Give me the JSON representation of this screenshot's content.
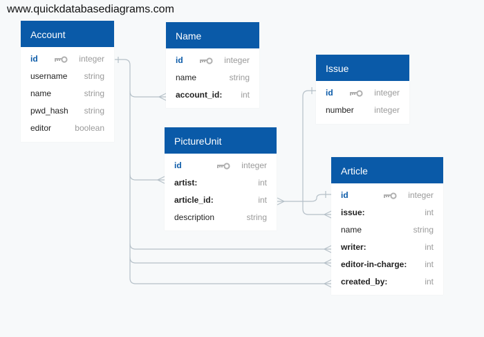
{
  "site_url": "www.quickdatabasediagrams.com",
  "colors": {
    "header": "#0a5aa8",
    "line": "#b5c0c8",
    "type": "#9a9a9a"
  },
  "tables": {
    "account": {
      "name": "Account",
      "fields": [
        {
          "name": "id",
          "type": "integer",
          "pk": true
        },
        {
          "name": "username",
          "type": "string"
        },
        {
          "name": "name",
          "type": "string"
        },
        {
          "name": "pwd_hash",
          "type": "string"
        },
        {
          "name": "editor",
          "type": "boolean"
        }
      ]
    },
    "name_tbl": {
      "name": "Name",
      "fields": [
        {
          "name": "id",
          "type": "integer",
          "pk": true
        },
        {
          "name": "name",
          "type": "string"
        },
        {
          "name": "account_id:",
          "type": "int",
          "fk": true
        }
      ]
    },
    "issue": {
      "name": "Issue",
      "fields": [
        {
          "name": "id",
          "type": "integer",
          "pk": true
        },
        {
          "name": "number",
          "type": "integer"
        }
      ]
    },
    "pictureunit": {
      "name": "PictureUnit",
      "fields": [
        {
          "name": "id",
          "type": "integer",
          "pk": true
        },
        {
          "name": "artist:",
          "type": "int",
          "fk": true
        },
        {
          "name": "article_id:",
          "type": "int",
          "fk": true
        },
        {
          "name": "description",
          "type": "string"
        }
      ]
    },
    "article": {
      "name": "Article",
      "fields": [
        {
          "name": "id",
          "type": "integer",
          "pk": true
        },
        {
          "name": "issue:",
          "type": "int",
          "fk": true
        },
        {
          "name": "name",
          "type": "string"
        },
        {
          "name": "writer:",
          "type": "int",
          "fk": true
        },
        {
          "name": "editor-in-charge:",
          "type": "int",
          "fk": true
        },
        {
          "name": "created_by:",
          "type": "int",
          "fk": true
        }
      ]
    }
  },
  "relationships": [
    {
      "from": "Account.id",
      "to": "Name.account_id"
    },
    {
      "from": "Account.id",
      "to": "PictureUnit.artist"
    },
    {
      "from": "Account.id",
      "to": "Article.writer"
    },
    {
      "from": "Account.id",
      "to": "Article.editor-in-charge"
    },
    {
      "from": "Account.id",
      "to": "Article.created_by"
    },
    {
      "from": "Issue.id",
      "to": "Article.issue"
    },
    {
      "from": "Article.id",
      "to": "PictureUnit.article_id"
    }
  ]
}
